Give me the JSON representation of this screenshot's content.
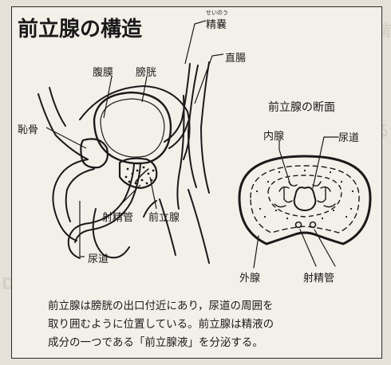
{
  "title": "前立腺の構造",
  "labels": {
    "seminal_vesicle_ruby": "せいのう",
    "seminal_vesicle": "精嚢",
    "peritoneum": "腹膜",
    "bladder": "膀胱",
    "rectum": "直腸",
    "pubic_bone": "恥骨",
    "ejaculatory_duct": "射精管",
    "prostate": "前立腺",
    "urethra": "尿道"
  },
  "cross_section": {
    "title": "前立腺の断面",
    "inner_gland": "内腺",
    "urethra": "尿道",
    "outer_gland": "外腺",
    "ejaculatory_duct": "射精管"
  },
  "caption": [
    "前立腺は膀胱の出口付近にあり，尿道の周囲を",
    "取り囲むように位置している。前立腺は精液の",
    "成分の一つである「前立腺液」を分泌する。"
  ]
}
